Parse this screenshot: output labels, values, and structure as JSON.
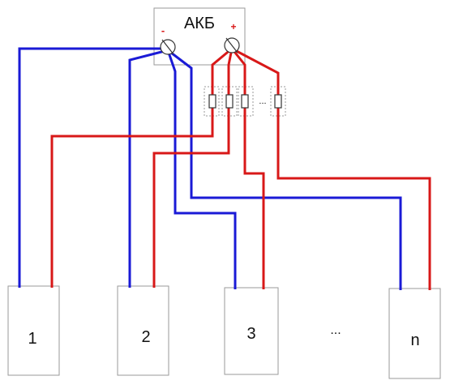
{
  "battery": {
    "label": "АКБ",
    "minus_label": "-",
    "plus_label": "+"
  },
  "fuse_ellipsis": "...",
  "consumers": [
    {
      "label": "1"
    },
    {
      "label": "2"
    },
    {
      "label": "3"
    },
    {
      "label": "n"
    }
  ],
  "consumer_ellipsis": "...",
  "colors": {
    "negative_wire": "#1a1ad6",
    "positive_wire": "#d81818",
    "box_border": "#9a9a9a"
  }
}
